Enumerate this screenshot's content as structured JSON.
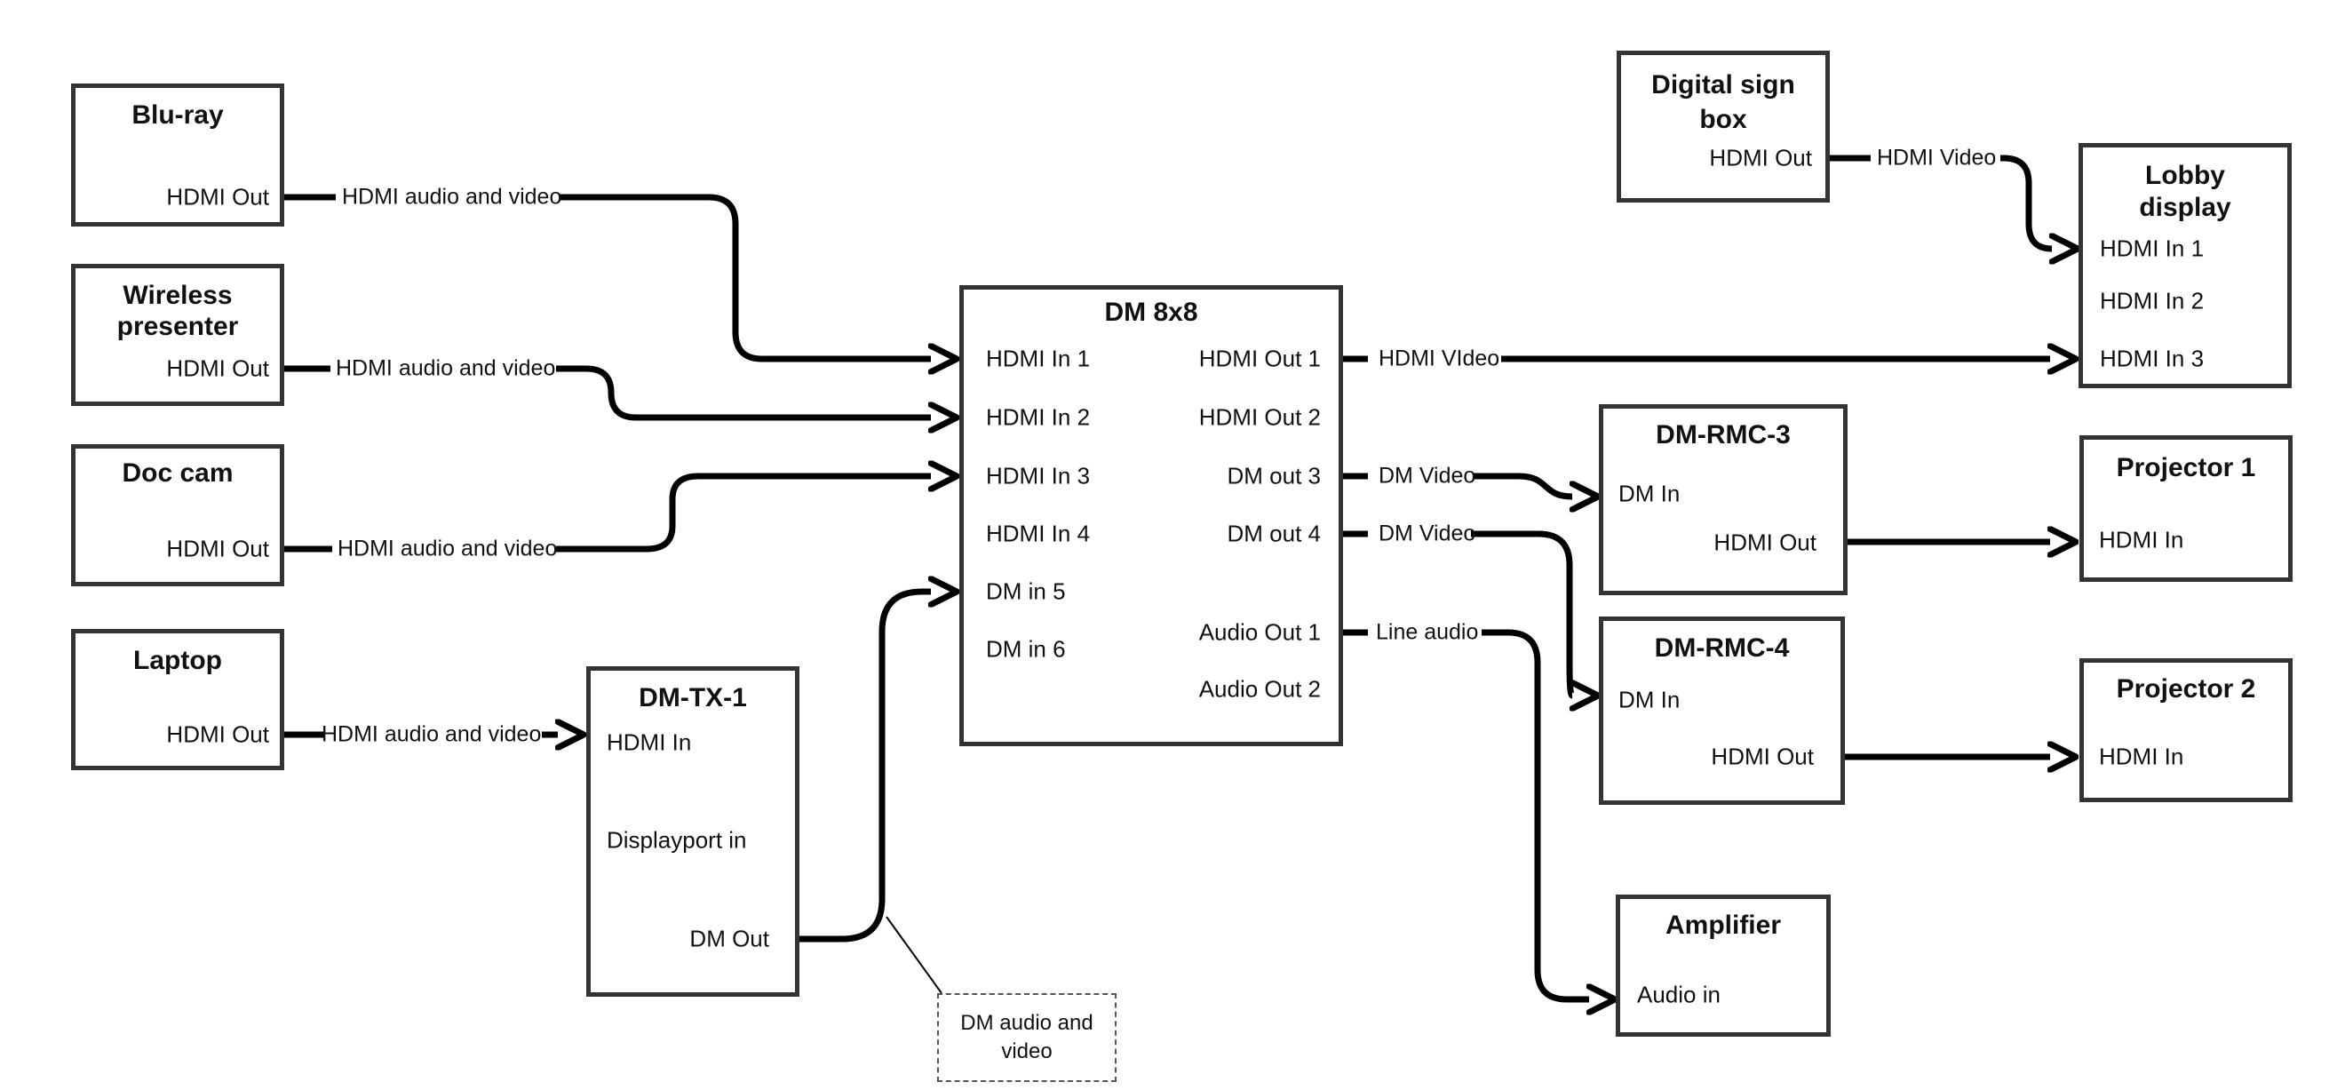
{
  "canvas": {
    "background": "#ffffff",
    "line_color": "#000000",
    "box_border_color": "#333333",
    "text_color": "#111111"
  },
  "boxes": {
    "bluray": {
      "title": "Blu-ray",
      "ports": {
        "hdmi_out": "HDMI Out"
      }
    },
    "wireless": {
      "title_lines": [
        "Wireless",
        "presenter"
      ],
      "ports": {
        "hdmi_out": "HDMI Out"
      }
    },
    "doccam": {
      "title": "Doc cam",
      "ports": {
        "hdmi_out": "HDMI Out"
      }
    },
    "laptop": {
      "title": "Laptop",
      "ports": {
        "hdmi_out": "HDMI Out"
      }
    },
    "dmtx1": {
      "title": "DM-TX-1",
      "ports": {
        "hdmi_in": "HDMI In",
        "displayport_in": "Displayport in",
        "dm_out": "DM Out"
      }
    },
    "dm8x8": {
      "title": "DM 8x8",
      "ports": {
        "in1": "HDMI In 1",
        "in2": "HDMI In 2",
        "in3": "HDMI In 3",
        "in4": "HDMI In 4",
        "in5": "DM in 5",
        "in6": "DM in 6",
        "out1": "HDMI Out 1",
        "out2": "HDMI Out 2",
        "out3": "DM out 3",
        "out4": "DM out 4",
        "aout1": "Audio Out 1",
        "aout2": "Audio Out 2"
      }
    },
    "digitalsign": {
      "title_lines": [
        "Digital sign",
        "box"
      ],
      "ports": {
        "hdmi_out": "HDMI Out"
      }
    },
    "lobby": {
      "title_lines": [
        "Lobby",
        "display"
      ],
      "ports": {
        "in1": "HDMI In 1",
        "in2": "HDMI In 2",
        "in3": "HDMI In 3"
      }
    },
    "rmc3": {
      "title": "DM-RMC-3",
      "ports": {
        "dm_in": "DM In",
        "hdmi_out": "HDMI Out"
      }
    },
    "rmc4": {
      "title": "DM-RMC-4",
      "ports": {
        "dm_in": "DM In",
        "hdmi_out": "HDMI Out"
      }
    },
    "proj1": {
      "title": "Projector 1",
      "ports": {
        "hdmi_in": "HDMI In"
      }
    },
    "proj2": {
      "title": "Projector 2",
      "ports": {
        "hdmi_in": "HDMI In"
      }
    },
    "amp": {
      "title": "Amplifier",
      "ports": {
        "audio_in": "Audio in"
      }
    }
  },
  "connection_labels": {
    "bluray_to_dm8x8": "HDMI audio and video",
    "wireless_to_dm8x8": "HDMI audio and video",
    "doccam_to_dm8x8": "HDMI audio and video",
    "laptop_to_dmtx1": "HDMI audio and video",
    "dm8x8_out1_to_lobby": "HDMI VIdeo",
    "dm8x8_out3_to_rmc3": "DM Video",
    "dm8x8_out4_to_rmc4": "DM Video",
    "dm8x8_aout1_to_amp": "Line audio",
    "digitalsign_to_lobby": "HDMI Video",
    "dmtx1_callout_lines": [
      "DM audio and",
      "video"
    ]
  }
}
